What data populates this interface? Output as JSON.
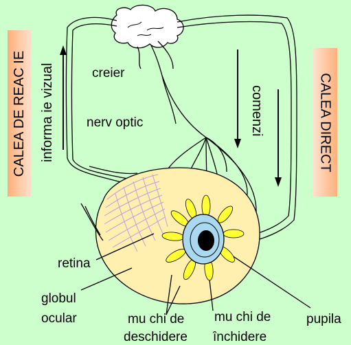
{
  "labels": {
    "left_path": "CALEA DE REAC IE",
    "right_path": "CALEA DIRECT",
    "visual_info": "informa ie vizual",
    "commands": "comenzi",
    "brain": "creier",
    "optic_nerve": "nerv optic",
    "retina": "retina",
    "eyeball_1": "globul",
    "eyeball_2": "ocular",
    "opening_muscles_1": "mu  chi de",
    "opening_muscles_2": "deschidere",
    "closing_muscles_1": "mu  chi de",
    "closing_muscles_2": "închidere",
    "pupil": "pupila"
  },
  "colors": {
    "background": "#ccffcc",
    "side_box": "#ffb07a",
    "eyeball": "#fff0b0",
    "retina_grid": "#c79be0",
    "iris": "#aad8f0",
    "petals": "#ffff33",
    "pupil": "#000000"
  }
}
